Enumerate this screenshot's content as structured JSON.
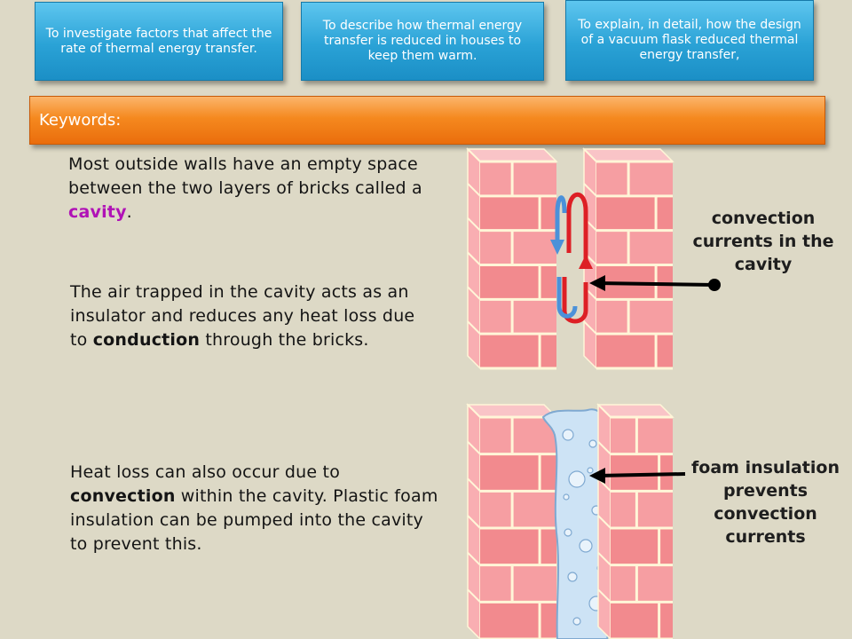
{
  "objectives": [
    "To investigate factors that affect the rate of thermal energy transfer.",
    "To describe how thermal energy transfer is reduced in houses to keep them warm.",
    "To explain, in detail, how the design of a vacuum flask reduced thermal energy transfer,"
  ],
  "keywords": {
    "label": "Keywords:"
  },
  "paragraphs": {
    "p1": {
      "before": "Most outside walls have an empty space between the two layers of bricks called a ",
      "keyword": "cavity",
      "after": "."
    },
    "p2": {
      "before": "The air trapped in the cavity acts as an insulator and reduces any heat loss due to ",
      "keyword": "conduction",
      "after": " through the bricks."
    },
    "p3": {
      "before": "Heat loss can also occur due to ",
      "keyword": "convection",
      "after": " within the cavity. Plastic foam insulation can be pumped into the cavity to prevent this."
    }
  },
  "diagram": {
    "label_top": "convection currents in the cavity",
    "label_bottom": "foam insulation prevents convection currents",
    "colors": {
      "brick_face": "#f28a8e",
      "brick_light": "#f9aeb2",
      "brick_side": "#f9c4c7",
      "mortar": "#fff6d8",
      "hot_arrow": "#dd1f25",
      "cold_arrow": "#4b91d9",
      "foam": "#cde3f5",
      "pointer": "#000000"
    }
  }
}
